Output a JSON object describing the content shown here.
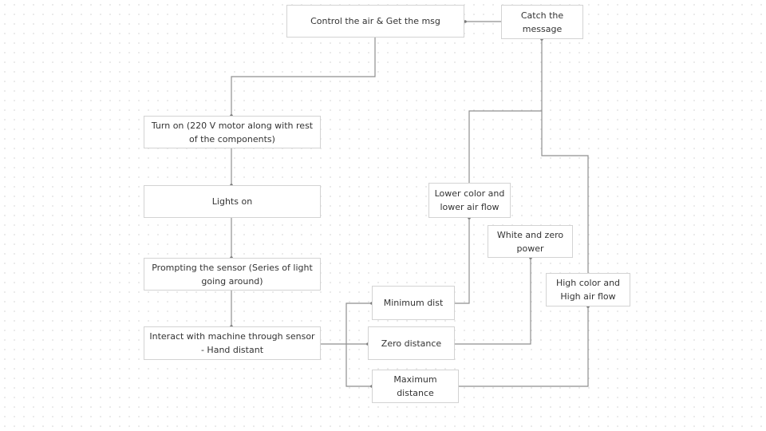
{
  "diagram": {
    "type": "flowchart",
    "nodes": {
      "control": {
        "id": "control",
        "label": "Control the air & Get the msg"
      },
      "catch": {
        "id": "catch",
        "label": "Catch the message"
      },
      "turn_on": {
        "id": "turn_on",
        "label": "Turn on (220 V motor along with rest of the components)"
      },
      "lights_on": {
        "id": "lights_on",
        "label": "Lights on"
      },
      "prompting": {
        "id": "prompting",
        "label": "Prompting the sensor (Series of light going around)"
      },
      "interact": {
        "id": "interact",
        "label": "Interact with machine through sensor - Hand distant"
      },
      "min_dist": {
        "id": "min_dist",
        "label": "Minimum dist"
      },
      "zero_dist": {
        "id": "zero_dist",
        "label": "Zero distance"
      },
      "max_dist": {
        "id": "max_dist",
        "label": "Maximum distance"
      },
      "lower_color": {
        "id": "lower_color",
        "label": "Lower color and lower air flow"
      },
      "white_zero": {
        "id": "white_zero",
        "label": "White and zero power"
      },
      "high_color": {
        "id": "high_color",
        "label": "High color and High air flow"
      }
    },
    "edges": [
      {
        "from": "catch",
        "to": "control"
      },
      {
        "from": "control",
        "to": "turn_on"
      },
      {
        "from": "turn_on",
        "to": "lights_on"
      },
      {
        "from": "lights_on",
        "to": "prompting"
      },
      {
        "from": "prompting",
        "to": "interact"
      },
      {
        "from": "interact",
        "to": "min_dist"
      },
      {
        "from": "interact",
        "to": "zero_dist"
      },
      {
        "from": "interact",
        "to": "max_dist"
      },
      {
        "from": "min_dist",
        "to": "lower_color"
      },
      {
        "from": "zero_dist",
        "to": "white_zero"
      },
      {
        "from": "max_dist",
        "to": "high_color"
      },
      {
        "from": "lower_color",
        "to": "catch"
      },
      {
        "from": "high_color",
        "to": "catch"
      }
    ],
    "colors": {
      "node_border": "#d3d3d3",
      "connector": "#8f8f8f",
      "text": "#333333"
    }
  }
}
